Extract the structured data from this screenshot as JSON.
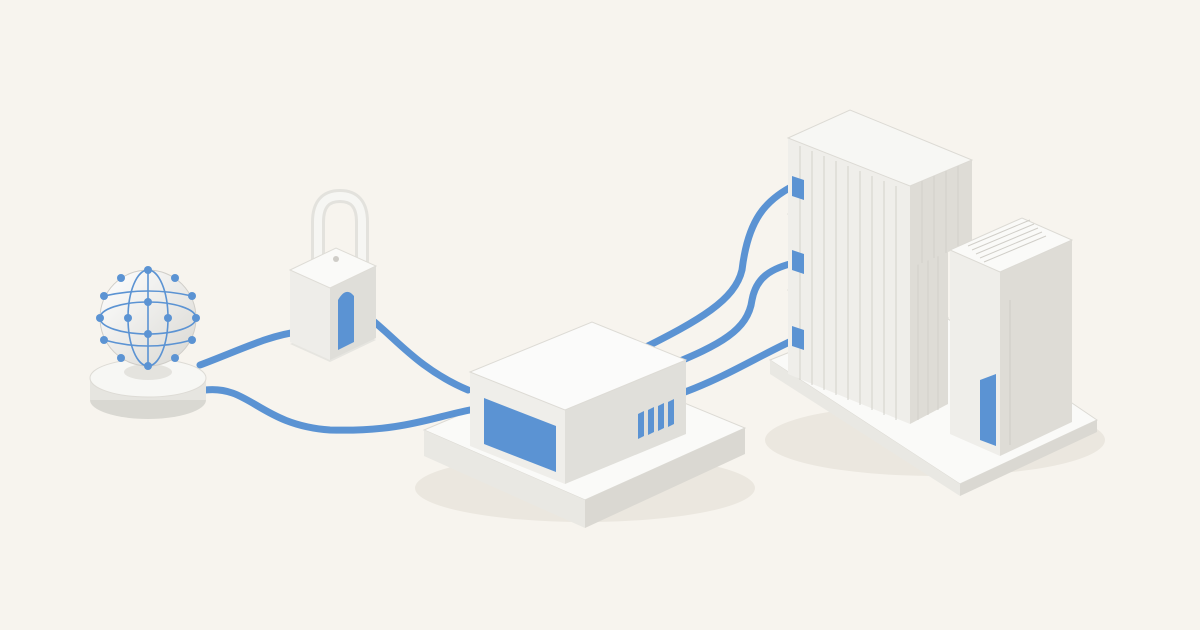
{
  "scene": {
    "description_free": true,
    "objects": [
      {
        "name": "globe-icon",
        "kind": "globe"
      },
      {
        "name": "padlock-icon",
        "kind": "lock"
      },
      {
        "name": "router-box",
        "kind": "hub"
      },
      {
        "name": "container-stack",
        "kind": "storage",
        "count": 3
      },
      {
        "name": "server-tower",
        "kind": "server"
      }
    ],
    "cables": 6
  },
  "colors": {
    "background": "#f7f4ee",
    "accent": "#5b93d3",
    "accent_dark": "#4a7fbd",
    "white_top": "#fbfbfa",
    "white_left": "#ecebe7",
    "white_right": "#dcdbd6",
    "shadow": "#e6e2da"
  }
}
